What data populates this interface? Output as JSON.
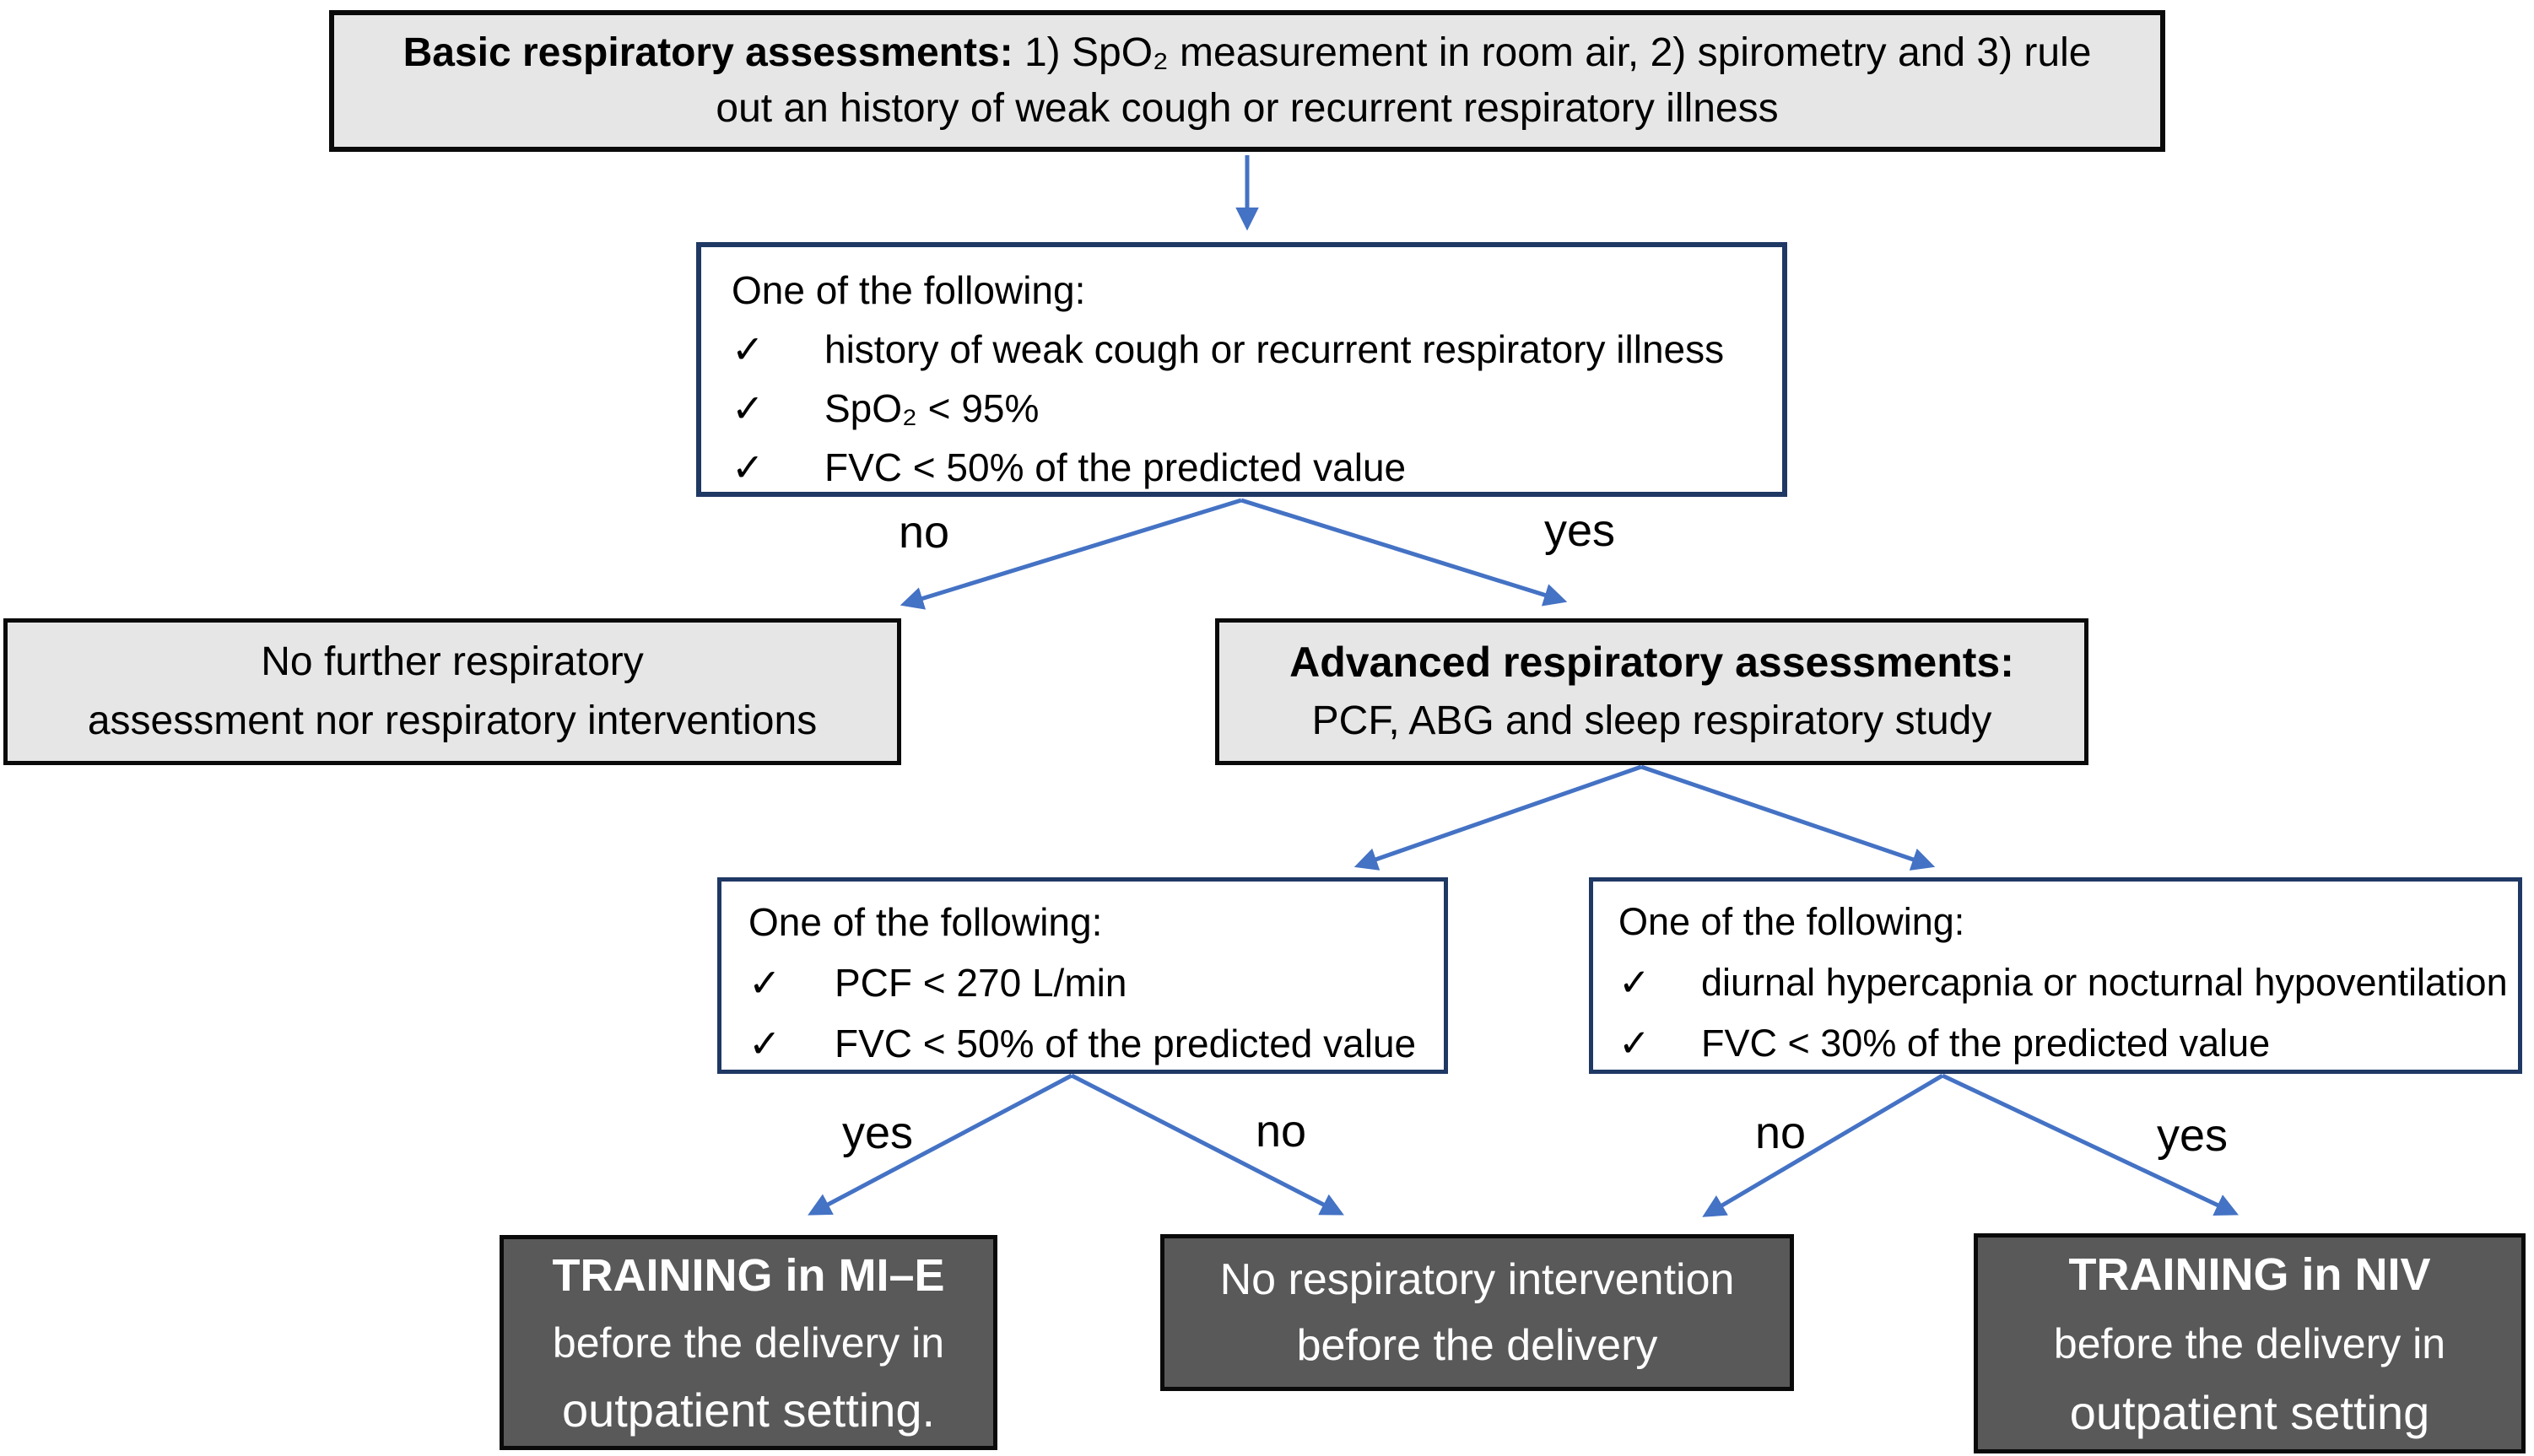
{
  "colors": {
    "arrow_blue": "#4472c4",
    "criteria_border_navy": "#1f3864",
    "light_gray_fill": "#e7e6e6",
    "dark_gray_fill": "#595959",
    "box_border_black": "#0a0a0a"
  },
  "icons": {
    "check": "✓",
    "arrow": "arrow-icon"
  },
  "flowchart": {
    "top_box": {
      "line1_bold": "Basic respiratory assessments:",
      "line1_rest": "1) SpO₂ measurement in room air,  2) spirometry and 3) rule",
      "line2": "out an history of weak cough or recurrent respiratory illness"
    },
    "screening_box": {
      "header": "One of the following:",
      "items": [
        "history of weak cough or recurrent respiratory illness",
        "SpO₂ < 95%",
        "FVC < 50% of the predicted value"
      ]
    },
    "no_further_box": {
      "line1": "No further respiratory",
      "line2": "assessment nor respiratory interventions"
    },
    "advanced_box": {
      "title_bold": "Advanced respiratory assessments:",
      "subtitle": "PCF, ABG and  sleep respiratory study"
    },
    "mie_criteria_box": {
      "header": "One of the following:",
      "items": [
        "PCF < 270 L/min",
        "FVC < 50% of the predicted value"
      ]
    },
    "niv_criteria_box": {
      "header": "One of the following:",
      "items": [
        "diurnal hypercapnia or nocturnal hypoventilation",
        "FVC < 30% of the predicted value"
      ]
    },
    "edge_labels": {
      "screening_no": "no",
      "screening_yes": "yes",
      "mie_yes": "yes",
      "mie_no": "no",
      "niv_no": "no",
      "niv_yes": "yes"
    },
    "mie_box": {
      "line1": "TRAINING in MI–E",
      "line2": "before the delivery in",
      "line3": "outpatient setting."
    },
    "no_intervention_box": {
      "line1": "No respiratory intervention",
      "line2": "before the delivery"
    },
    "niv_box": {
      "line1": "TRAINING in NIV",
      "line2": "before the delivery in",
      "line3": "outpatient setting"
    }
  }
}
